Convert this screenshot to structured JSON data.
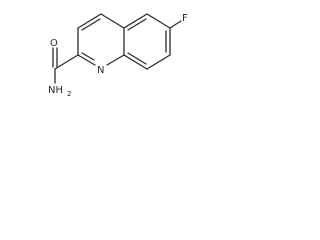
{
  "molecule": {
    "atoms": {
      "fluorine": "F",
      "oxygen": "O",
      "ring_nitrogen": "N",
      "amide_nitrogen": "NH",
      "amide_subscript": "2"
    },
    "colors": {
      "bond": "#2b2b2b",
      "text": "#2b2b2b",
      "background": "#ffffff"
    }
  }
}
